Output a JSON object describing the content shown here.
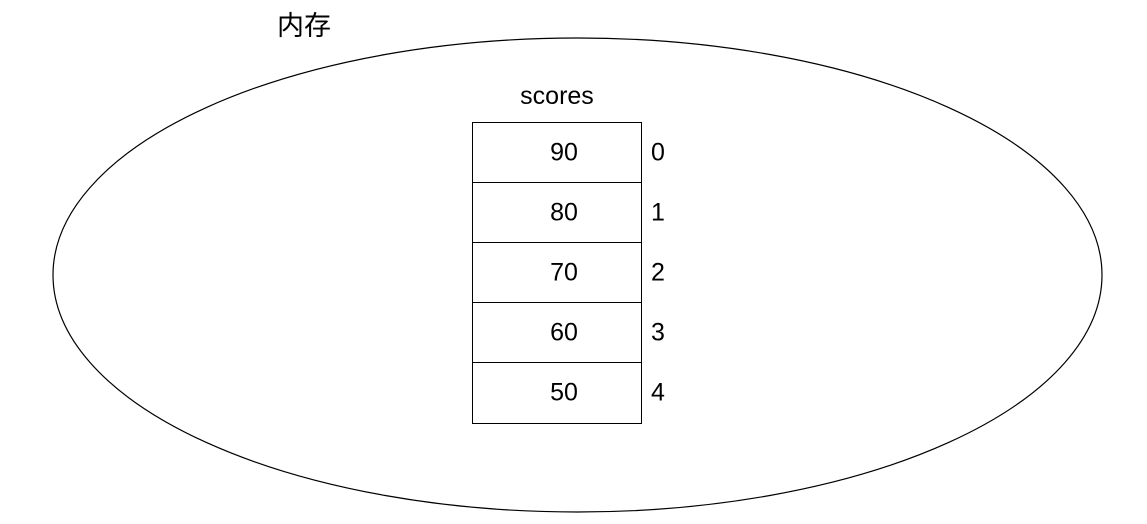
{
  "diagram": {
    "memory_region": {
      "label": "内存",
      "shape": "ellipse",
      "stroke_color": "#000000",
      "fill_color": "#ffffff"
    },
    "array": {
      "name": "scores",
      "cells": [
        {
          "value": "90",
          "index": "0"
        },
        {
          "value": "80",
          "index": "1"
        },
        {
          "value": "70",
          "index": "2"
        },
        {
          "value": "60",
          "index": "3"
        },
        {
          "value": "50",
          "index": "4"
        }
      ],
      "border_color": "#000000",
      "background_color": "#ffffff"
    }
  }
}
